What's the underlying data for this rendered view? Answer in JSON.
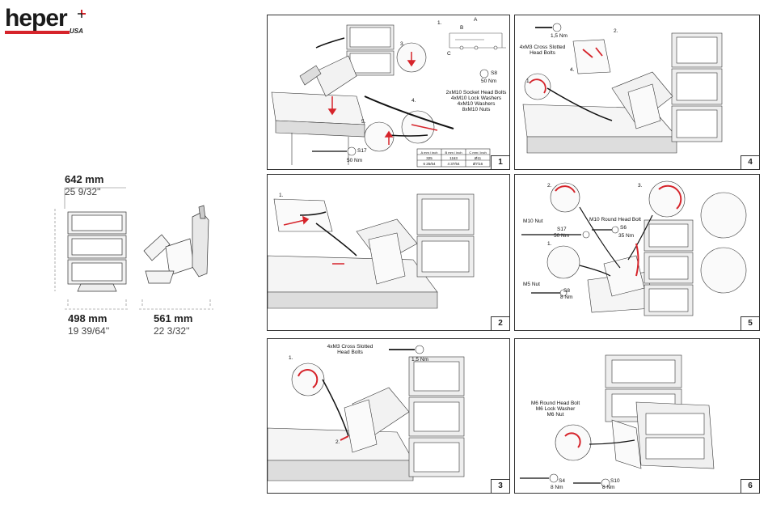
{
  "brand": {
    "name": "heper",
    "suffix": "USA"
  },
  "dimensions": {
    "height_mm": "642 mm",
    "height_in": "25 9/32''",
    "width_mm": "498 mm",
    "width_in": "19 39/64''",
    "depth_mm": "561 mm",
    "depth_in": "22 3/32''"
  },
  "panels": [
    {
      "number": "1",
      "step_a": "1.",
      "step_b": "3.",
      "step_c": "4.",
      "step_d": "5.",
      "dim_a": "A",
      "dim_b": "B",
      "dim_c": "C",
      "tool_s8": "S8",
      "torque_s8": "50 Nm",
      "tool_s17": "S17",
      "torque_s17": "50 Nm",
      "parts": [
        "2xM10 Socket Head Bolts",
        "4xM10 Lock Washers",
        "4xM10 Washers",
        "8xM10 Nuts"
      ],
      "table_headers": [
        "A mm / inch",
        "B mm / inch",
        "C mm / inch"
      ],
      "table_row1": [
        "325",
        "1163",
        "Ø11"
      ],
      "table_row2": [
        "6 25/64",
        "4 37/64",
        "Ø7/16"
      ]
    },
    {
      "number": "2",
      "step_a": "1."
    },
    {
      "number": "3",
      "step_a": "1.",
      "step_b": "2.",
      "parts": [
        "4xM3 Cross Slotted",
        "Head Bolts"
      ],
      "torque": "1,5 Nm"
    },
    {
      "number": "4",
      "step_a": "1.",
      "step_b": "2.",
      "step_c": "4.",
      "parts": [
        "4xM3 Cross Slotted",
        "Head Bolts"
      ],
      "torque": "1,5 Nm"
    },
    {
      "number": "5",
      "step_a": "2.",
      "step_b": "3.",
      "step_c": "1.",
      "m10_nut": "M10 Nut",
      "m10_round": "M10 Round Head Bolt",
      "m5_nut": "M5 Nut",
      "tool_s17": "S17",
      "torque_s17": "50 Nm",
      "tool_s6": "S6",
      "torque_s6": "35 Nm",
      "tool_s8": "S8",
      "torque_s8": "8 Nm"
    },
    {
      "number": "6",
      "parts": [
        "M6 Round Head Bolt",
        "M6 Lock Washer",
        "M6 Nut"
      ],
      "tool_s4": "S4",
      "torque_s4": "8 Nm",
      "tool_s10": "S10",
      "torque_s10": "8 Nm"
    }
  ],
  "colors": {
    "accent": "#d6242b",
    "line": "#333333"
  }
}
